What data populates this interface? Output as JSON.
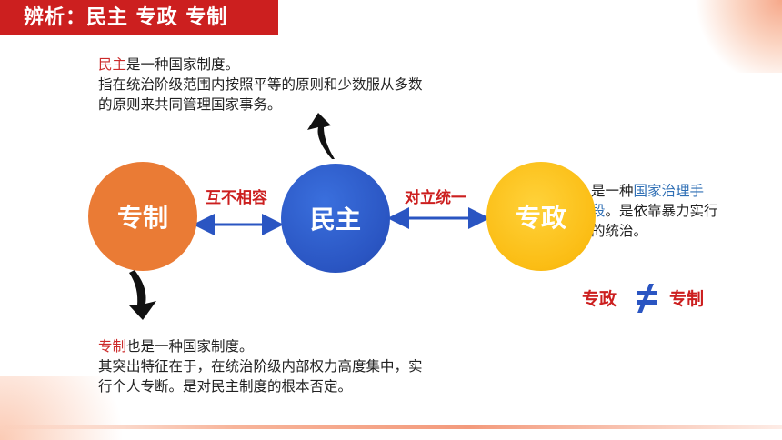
{
  "title": "辨析：民主 专政 专制",
  "top_paragraph": {
    "term": "民主",
    "rest_line1": "是一种国家制度。",
    "line2": "指在统治阶级范围内按照平等的原则和少数服从多数",
    "line3": "的原则来共同管理国家事务。"
  },
  "bottom_paragraph": {
    "term": "专制",
    "rest_line1": "也是一种国家制度。",
    "line2": "其突出特征在于，在统治阶级内部权力高度集中，实",
    "line3": "行个人专断。是对民主制度的根本否定。"
  },
  "right_paragraph": {
    "prefix": "是一种",
    "term": "国家治理手段",
    "rest": "。是依靠暴力实行的统治。"
  },
  "circles": {
    "zhuanzhi": "专制",
    "minzhu": "民主",
    "zhuanzheng": "专政"
  },
  "relations": {
    "left": "互不相容",
    "right": "对立统一"
  },
  "inequality": {
    "left": "专政",
    "right": "专制"
  },
  "colors": {
    "title_bg": "#cc1f1f",
    "orange": "#ea7b35",
    "blue": "#2a55c2",
    "yellow": "#fbbd14",
    "red_text": "#cc1f1f"
  }
}
